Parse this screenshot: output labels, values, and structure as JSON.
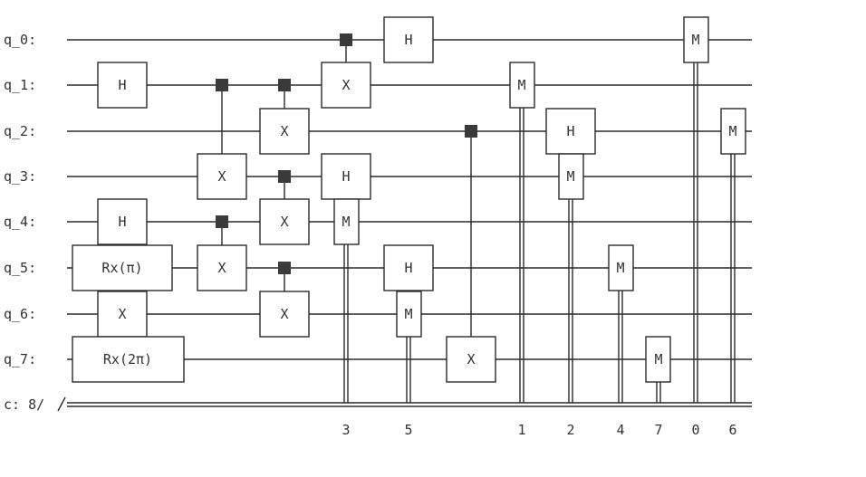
{
  "qubit_labels": [
    "q_0:",
    "q_1:",
    "q_2:",
    "q_3:",
    "q_4:",
    "q_5:",
    "q_6:",
    "q_7:"
  ],
  "classical_label": "c: 8/",
  "gates": {
    "g_h_q1": "H",
    "g_h_q4": "H",
    "g_rx_q5": "Rx(π)",
    "g_x_q6": "X",
    "g_rx_q7": "Rx(2π)",
    "g_x_q3_c1": "X",
    "g_x_q5_c4": "X",
    "g_x_q2_c1": "X",
    "g_x_q4_c3": "X",
    "g_x_q6_c5": "X",
    "g_x_q1_c0": "X",
    "g_h_q3": "H",
    "g_m_q4": "M",
    "g_h_q0": "H",
    "g_h_q5": "H",
    "g_m_q6": "M",
    "g_x_q7_c2": "X",
    "g_m_q1": "M",
    "g_h_q2": "H",
    "g_m_q3": "M",
    "g_m_q5": "M",
    "g_m_q7": "M",
    "g_m_q0": "M",
    "g_m_q2": "M"
  },
  "measure_bits": {
    "m_q4": "3",
    "m_q6": "5",
    "m_q1": "1",
    "m_q3": "2",
    "m_q5": "4",
    "m_q7": "7",
    "m_q0": "0",
    "m_q2": "6"
  },
  "colors": {
    "wire": "#2b2b2b",
    "gate_border": "#2b2b2b",
    "gate_fill": "#ffffff",
    "control_dot": "#3a3a3a",
    "text": "#333333"
  }
}
